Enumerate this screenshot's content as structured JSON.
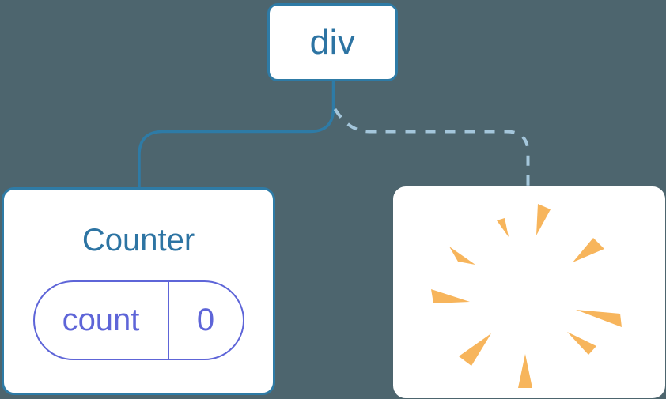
{
  "tree": {
    "root": {
      "label": "div"
    },
    "children": [
      {
        "title": "Counter",
        "state": {
          "key": "count",
          "value": "0"
        },
        "connector": "solid"
      },
      {
        "icon": "poof-burst",
        "connector": "dashed"
      }
    ]
  },
  "colors": {
    "background": "#4D656E",
    "card_background": "#FFFFFF",
    "node_border": "#2E7BA6",
    "node_text": "#2D74A3",
    "solid_connector": "#2E7BA6",
    "dashed_connector": "#A4C6DB",
    "state_accent": "#5E65D8",
    "poof": "#F7B55C"
  }
}
